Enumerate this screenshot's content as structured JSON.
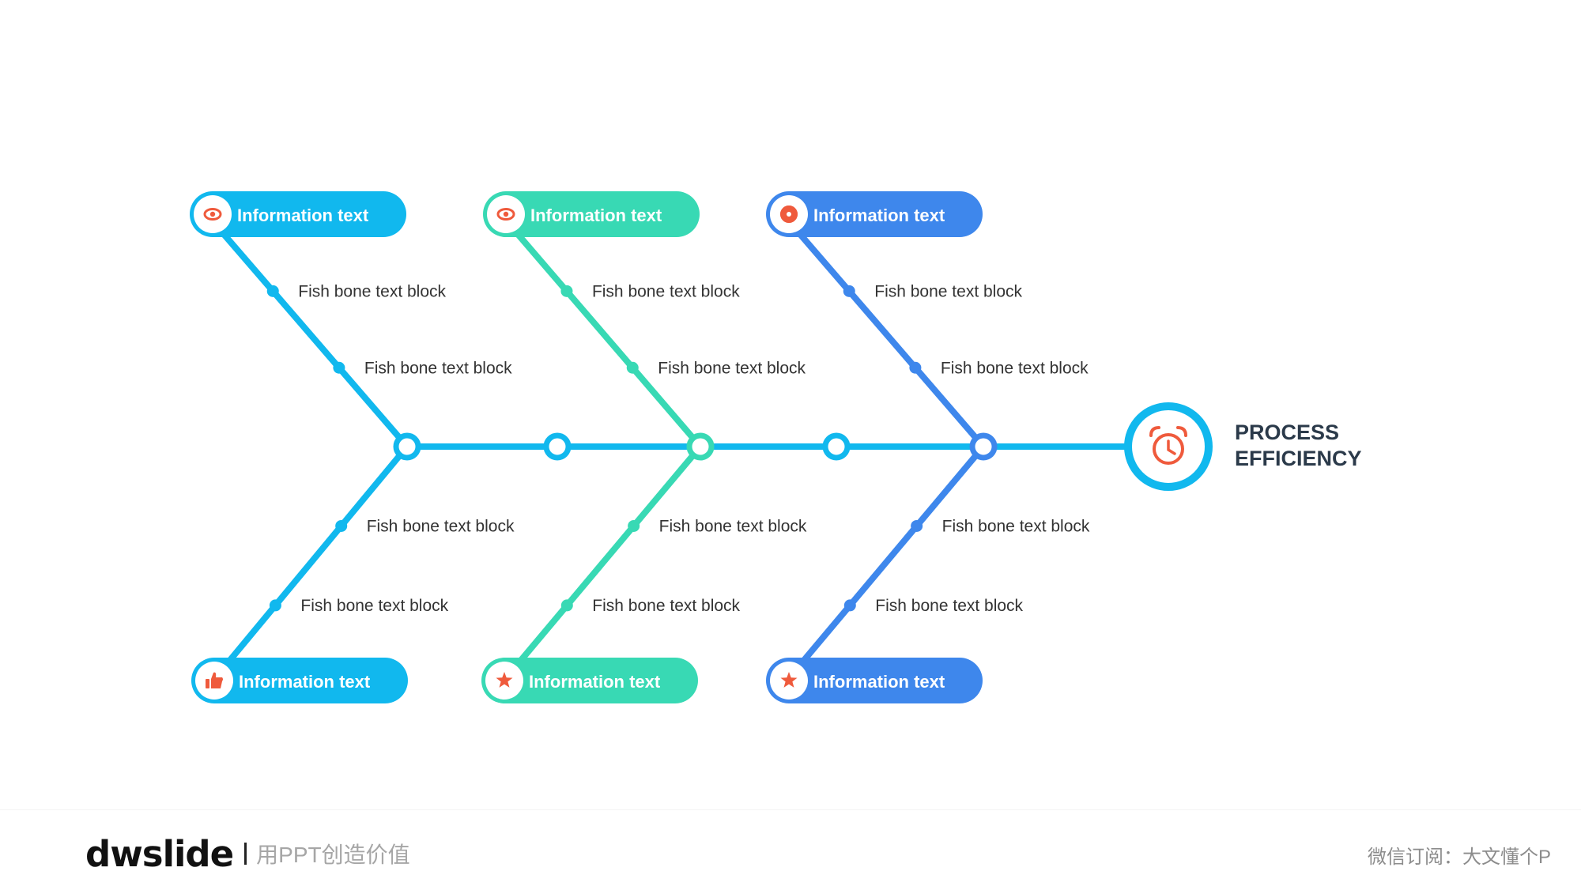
{
  "head": {
    "line1": "PROCESS",
    "line2": "EFFICIENCY",
    "icon": "alarm-clock-icon"
  },
  "colors": {
    "spine": "#11b8ee",
    "bone1": "#11b8ee",
    "bone2": "#38d9b4",
    "bone3": "#3e87ec",
    "icon": "#ef5a3c",
    "headText": "#2b3a4a",
    "branchText": "#333333"
  },
  "bones": [
    {
      "top_label": "Information text",
      "top_icon": "eye-icon",
      "bottom_label": "Information text",
      "bottom_icon": "thumbs-up-icon",
      "top_items": [
        "Fish bone text block",
        "Fish bone text block"
      ],
      "bottom_items": [
        "Fish bone text block",
        "Fish bone text block"
      ]
    },
    {
      "top_label": "Information text",
      "top_icon": "eye-icon",
      "bottom_label": "Information text",
      "bottom_icon": "star-icon",
      "top_items": [
        "Fish bone text block",
        "Fish bone text block"
      ],
      "bottom_items": [
        "Fish bone text block",
        "Fish bone text block"
      ]
    },
    {
      "top_label": "Information text",
      "top_icon": "gear-icon",
      "bottom_label": "Information text",
      "bottom_icon": "star-icon",
      "top_items": [
        "Fish bone text block",
        "Fish bone text block"
      ],
      "bottom_items": [
        "Fish bone text block",
        "Fish bone text block"
      ]
    }
  ],
  "footer": {
    "brand": "dwslide",
    "tagline": "用PPT创造价值",
    "wechat": "微信订阅：大文懂个P"
  }
}
